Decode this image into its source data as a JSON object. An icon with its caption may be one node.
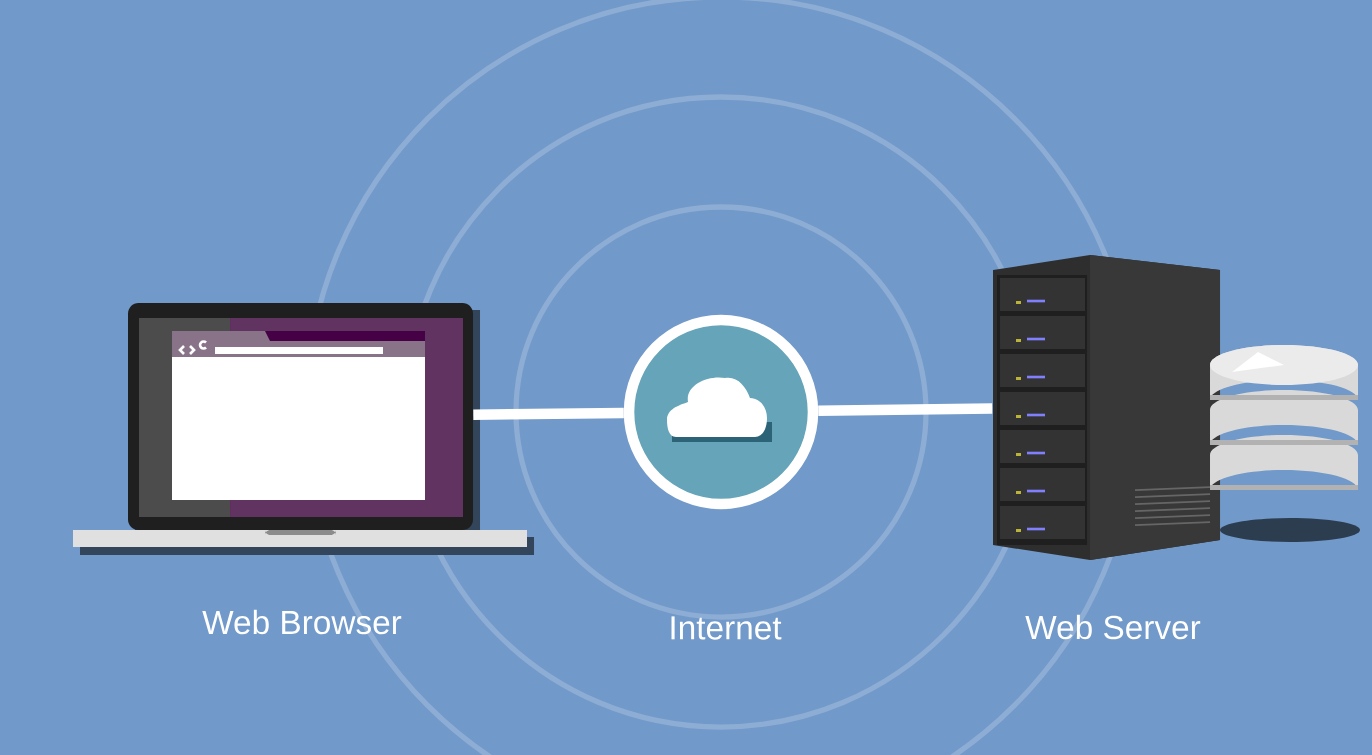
{
  "diagram": {
    "nodes": [
      {
        "text": [
          "Web Browser"
        ]
      },
      {
        "text": [
          "Internet"
        ]
      },
      {
        "text": [
          "Web Server"
        ]
      }
    ],
    "edges": [
      {
        "from": 0,
        "to": 1,
        "arrow": "none"
      },
      {
        "from": 1,
        "to": 2,
        "arrow": "none"
      }
    ]
  }
}
